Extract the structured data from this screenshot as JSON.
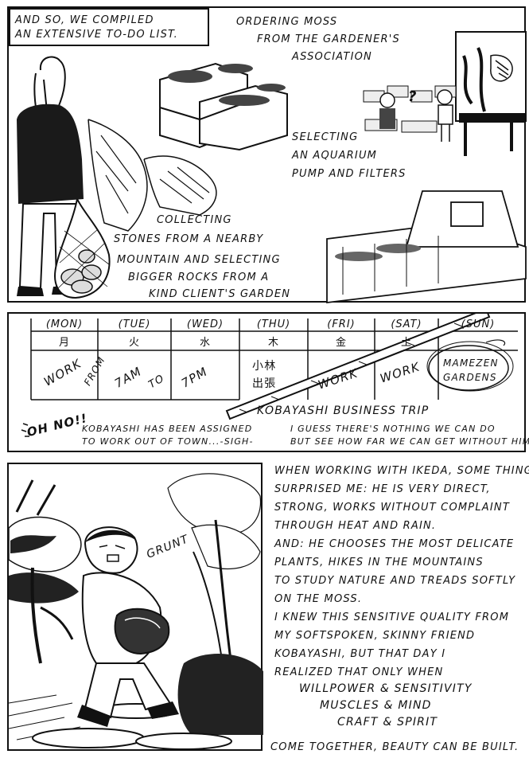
{
  "panel1": {
    "caption_line1": "AND SO, WE COMPILED",
    "caption_line2": "AN EXTENSIVE TO-DO LIST.",
    "moss_line1": "ORDERING MOSS",
    "moss_line2": "FROM THE GARDENER'S",
    "moss_line3": "ASSOCIATION",
    "question_mark": "?",
    "pump_line1": "SELECTING",
    "pump_line2": "AN AQUARIUM",
    "pump_line3": "PUMP AND FILTERS",
    "stones_line1": "COLLECTING",
    "stones_line2": "STONES FROM A NEARBY",
    "stones_line3": "MOUNTAIN AND SELECTING",
    "stones_line4": "BIGGER ROCKS FROM A",
    "stones_line5": "KIND CLIENT'S GARDEN"
  },
  "panel2": {
    "days": [
      {
        "en": "(MON)",
        "jp": "月"
      },
      {
        "en": "(TUE)",
        "jp": "火"
      },
      {
        "en": "(WED)",
        "jp": "水"
      },
      {
        "en": "(THU)",
        "jp": "木"
      },
      {
        "en": "(FRI)",
        "jp": "金"
      },
      {
        "en": "(SAT)",
        "jp": "土"
      },
      {
        "en": "(SUN)",
        "jp": ""
      }
    ],
    "mon_work": "WORK",
    "from": "FROM",
    "time_start": "7AM",
    "to": "TO",
    "time_end": "7PM",
    "thu_name_1": "小林",
    "thu_name_2": "出張",
    "fri_work": "WORK",
    "sat_work": "WORK",
    "sun_line1": "MAMEZEN",
    "sun_line2": "GARDENS",
    "trip_label": "KOBAYASHI BUSINESS TRIP",
    "oh_no": "OH NO!!",
    "note_left_1": "KOBAYASHI HAS BEEN ASSIGNED",
    "note_left_2": "TO WORK OUT OF TOWN...-SIGH-",
    "note_right_1": "I GUESS THERE'S NOTHING WE CAN DO",
    "note_right_2": "BUT SEE HOW FAR WE CAN GET WITHOUT HIM."
  },
  "panel3": {
    "grunt": "GRUNT",
    "lines": [
      "WHEN WORKING WITH IKEDA, SOME THING",
      "SURPRISED ME: HE IS VERY DIRECT,",
      "STRONG, WORKS WITHOUT COMPLAINT",
      "THROUGH HEAT AND RAIN.",
      "AND: HE CHOOSES THE MOST DELICATE",
      "PLANTS, HIKES IN THE MOUNTAINS",
      "TO STUDY NATURE AND TREADS SOFTLY",
      "ON THE MOSS.",
      "I KNEW THIS SENSITIVE QUALITY FROM",
      "MY SOFTSPOKEN, SKINNY FRIEND",
      "KOBAYASHI, BUT THAT DAY I",
      "REALIZED THAT ONLY WHEN"
    ],
    "center_1": "WILLPOWER & SENSITIVITY",
    "center_2": "MUSCLES & MIND",
    "center_3": "CRAFT & SPIRIT",
    "last_line": "COME TOGETHER, BEAUTY CAN BE BUILT."
  }
}
